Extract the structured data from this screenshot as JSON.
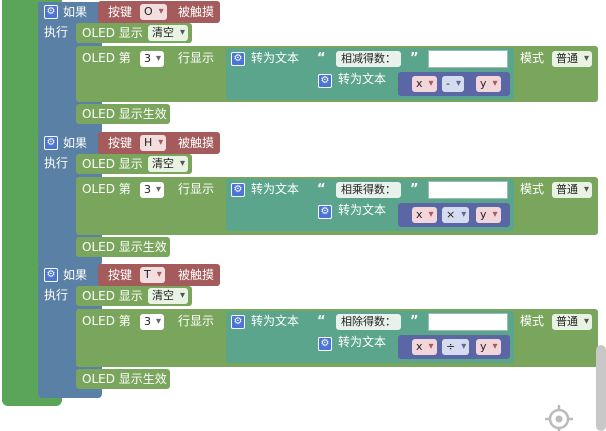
{
  "groups": [
    {
      "if_label": "如果",
      "button": {
        "prefix": "按键",
        "key": "O",
        "suffix": "被触摸"
      },
      "do_label": "执行",
      "clear_prefix": "OLED 显示",
      "clear_value": "清空",
      "line_prefix": "OLED 第",
      "line_number": "3",
      "line_suffix": "行显示",
      "to_text": "转为文本",
      "quote_open": "“",
      "quote_close": "”",
      "text_value": "相减得数：",
      "math_to_text": "转为文本",
      "x": "x",
      "op": "-",
      "y": "y",
      "mode_label": "模式",
      "mode_value": "普通",
      "show": "OLED 显示生效"
    },
    {
      "if_label": "如果",
      "button": {
        "prefix": "按键",
        "key": "H",
        "suffix": "被触摸"
      },
      "do_label": "执行",
      "clear_prefix": "OLED 显示",
      "clear_value": "清空",
      "line_prefix": "OLED 第",
      "line_number": "3",
      "line_suffix": "行显示",
      "to_text": "转为文本",
      "quote_open": "“",
      "quote_close": "”",
      "text_value": "相乘得数：",
      "math_to_text": "转为文本",
      "x": "x",
      "op": "×",
      "y": "y",
      "mode_label": "模式",
      "mode_value": "普通",
      "show": "OLED 显示生效"
    },
    {
      "if_label": "如果",
      "button": {
        "prefix": "按键",
        "key": "T",
        "suffix": "被触摸"
      },
      "do_label": "执行",
      "clear_prefix": "OLED 显示",
      "clear_value": "清空",
      "line_prefix": "OLED 第",
      "line_number": "3",
      "line_suffix": "行显示",
      "to_text": "转为文本",
      "quote_open": "“",
      "quote_close": "”",
      "text_value": "相除得数：",
      "math_to_text": "转为文本",
      "x": "x",
      "op": "÷",
      "y": "y",
      "mode_label": "模式",
      "mode_value": "普通",
      "show": "OLED 显示生效"
    }
  ],
  "icons": {
    "gear": "gear-icon",
    "recenter": "recenter-icon"
  }
}
